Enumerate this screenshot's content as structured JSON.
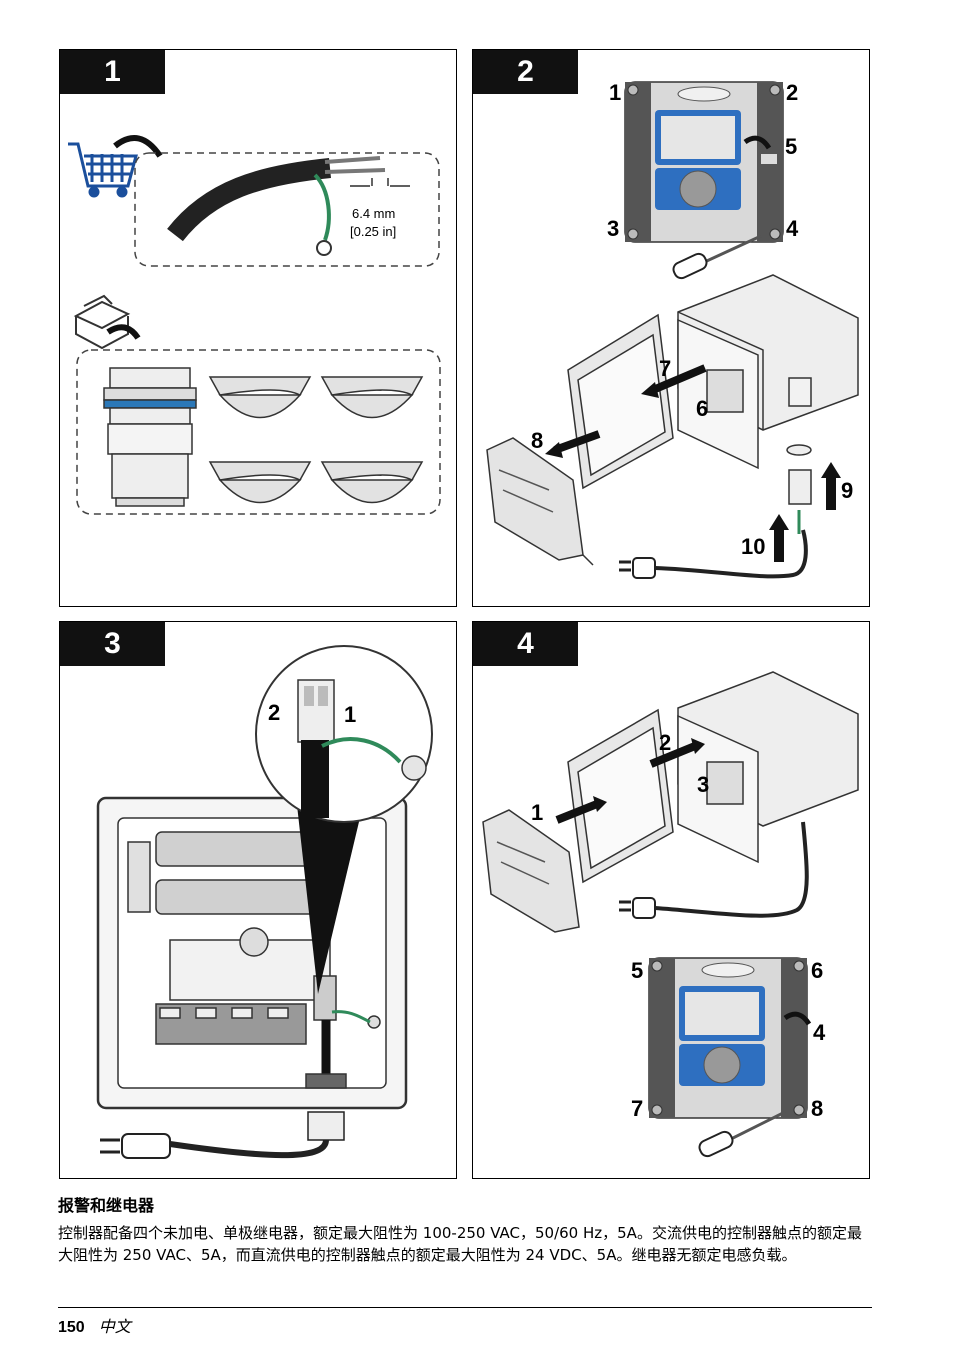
{
  "figures": [
    {
      "step": "1",
      "dimension_mm": "6.4 mm",
      "dimension_in": "[0.25 in]"
    },
    {
      "step": "2",
      "callouts": [
        "1",
        "2",
        "3",
        "4",
        "5",
        "6",
        "7",
        "8",
        "9",
        "10"
      ]
    },
    {
      "step": "3",
      "callouts": [
        "2",
        "1"
      ]
    },
    {
      "step": "4",
      "callouts": [
        "1",
        "2",
        "3",
        "4",
        "5",
        "6",
        "7",
        "8"
      ]
    }
  ],
  "section": {
    "title": "报警和继电器",
    "body": "控制器配备四个未加电、单极继电器，额定最大阻性为 100-250 VAC，50/60 Hz，5A。交流供电的控制器触点的额定最大阻性为 250 VAC、5A，而直流供电的控制器触点的额定最大阻性为 24 VDC、5A。继电器无额定电感负载。"
  },
  "footer": {
    "page_number": "150",
    "language": "中文"
  },
  "colors": {
    "tag_bg": "#111111",
    "lcd_blue": "#2e6fc0",
    "ground_wire": "#2f8a5a",
    "cart_blue": "#1b4f9c"
  }
}
